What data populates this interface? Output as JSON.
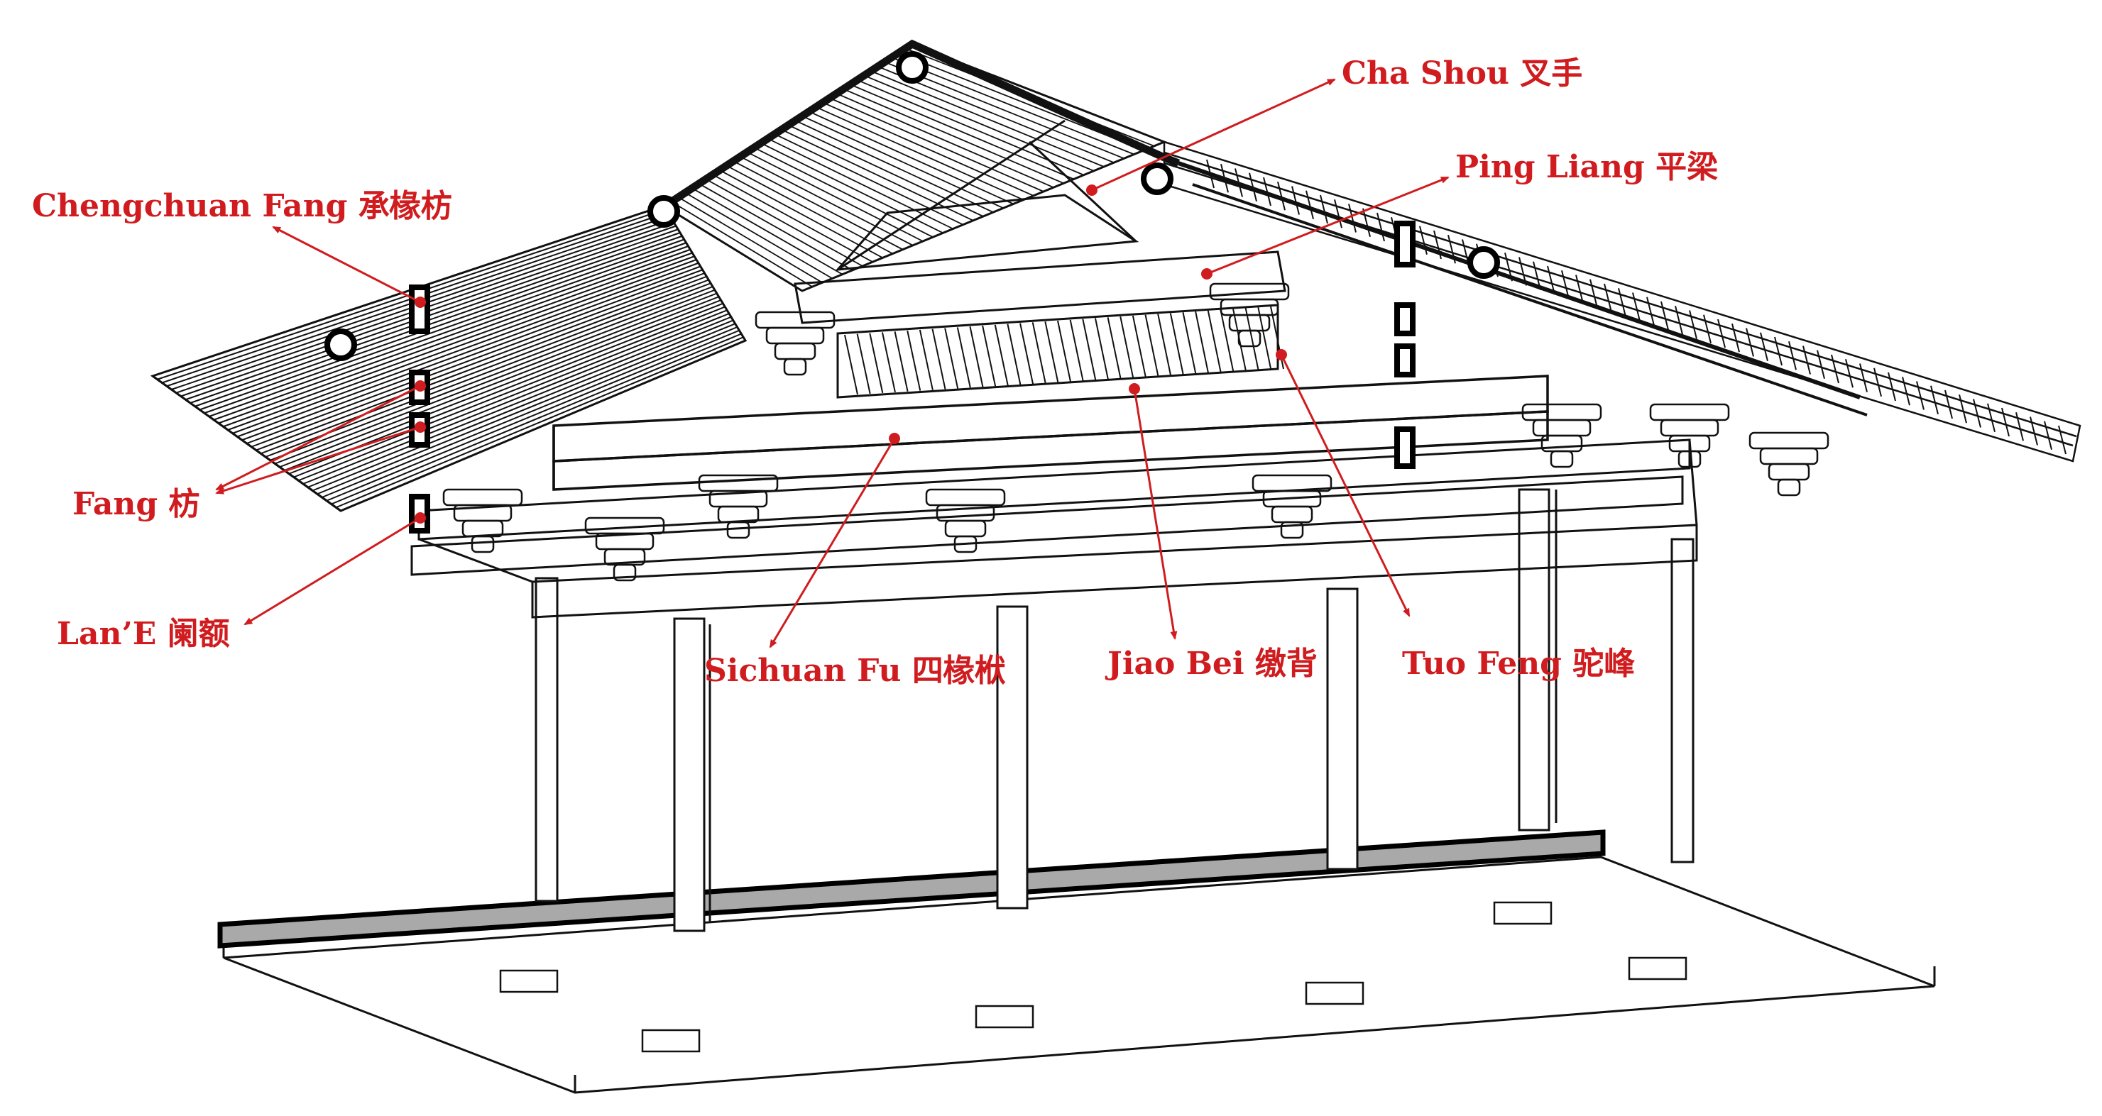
{
  "colors": {
    "accent": "#d01c1f",
    "line": "#111111",
    "ground_beam": "#a9a9a9"
  },
  "labels": {
    "cha_shou": "Cha Shou 叉手",
    "ping_liang": "Ping Liang 平梁",
    "chengchuan_fang": "Chengchuan Fang 承椽枋",
    "fang": "Fang 枋",
    "lan_e": "Lan’E 阑额",
    "sichuan_fu": "Sichuan Fu 四椽栿",
    "jiao_bei": "Jiao Bei 缴背",
    "tuo_feng": "Tuo Feng  驼峰"
  }
}
